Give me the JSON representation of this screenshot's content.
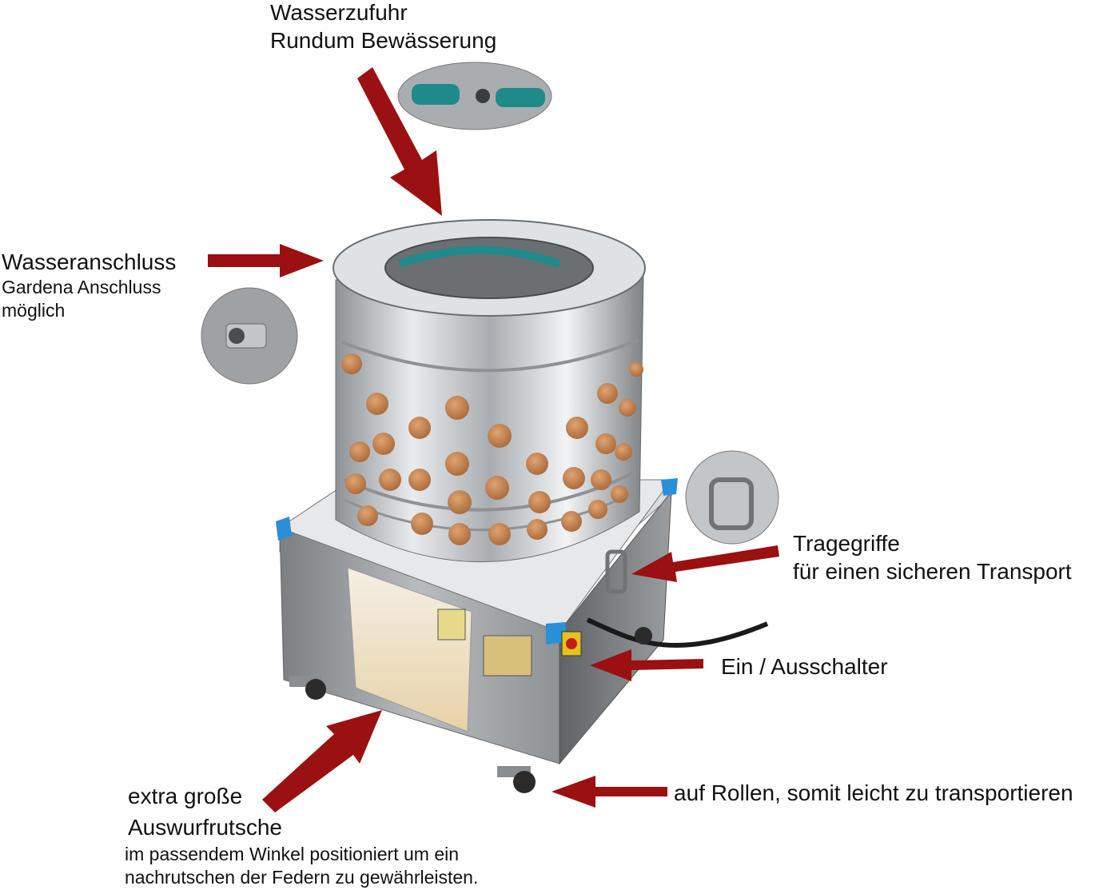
{
  "annotations": {
    "wasserzufuhr": {
      "line1": "Wasserzufuhr",
      "line2": "Rundum Bewässerung"
    },
    "wasseranschluss": {
      "line1": "Wasseranschluss",
      "line2": "Gardena Anschluss",
      "line3": "möglich"
    },
    "tragegriffe": {
      "line1": "Tragegriffe",
      "line2": "für einen sicheren Transport"
    },
    "schalter": {
      "line1": "Ein / Ausschalter"
    },
    "rollen": {
      "line1": "auf Rollen, somit leicht zu transportieren"
    },
    "rutsche": {
      "line1": "extra große",
      "line2": "Auswurfrutsche",
      "line3": "im passendem Winkel positioniert um ein",
      "line4": "nachrutschen der Federn zu gewährleisten."
    }
  },
  "colors": {
    "arrow": "#9b1010",
    "steel": "#c9cdd1",
    "finger": "#c8864c",
    "corner": "#2a8fd6",
    "hose": "#1f8a8a"
  }
}
